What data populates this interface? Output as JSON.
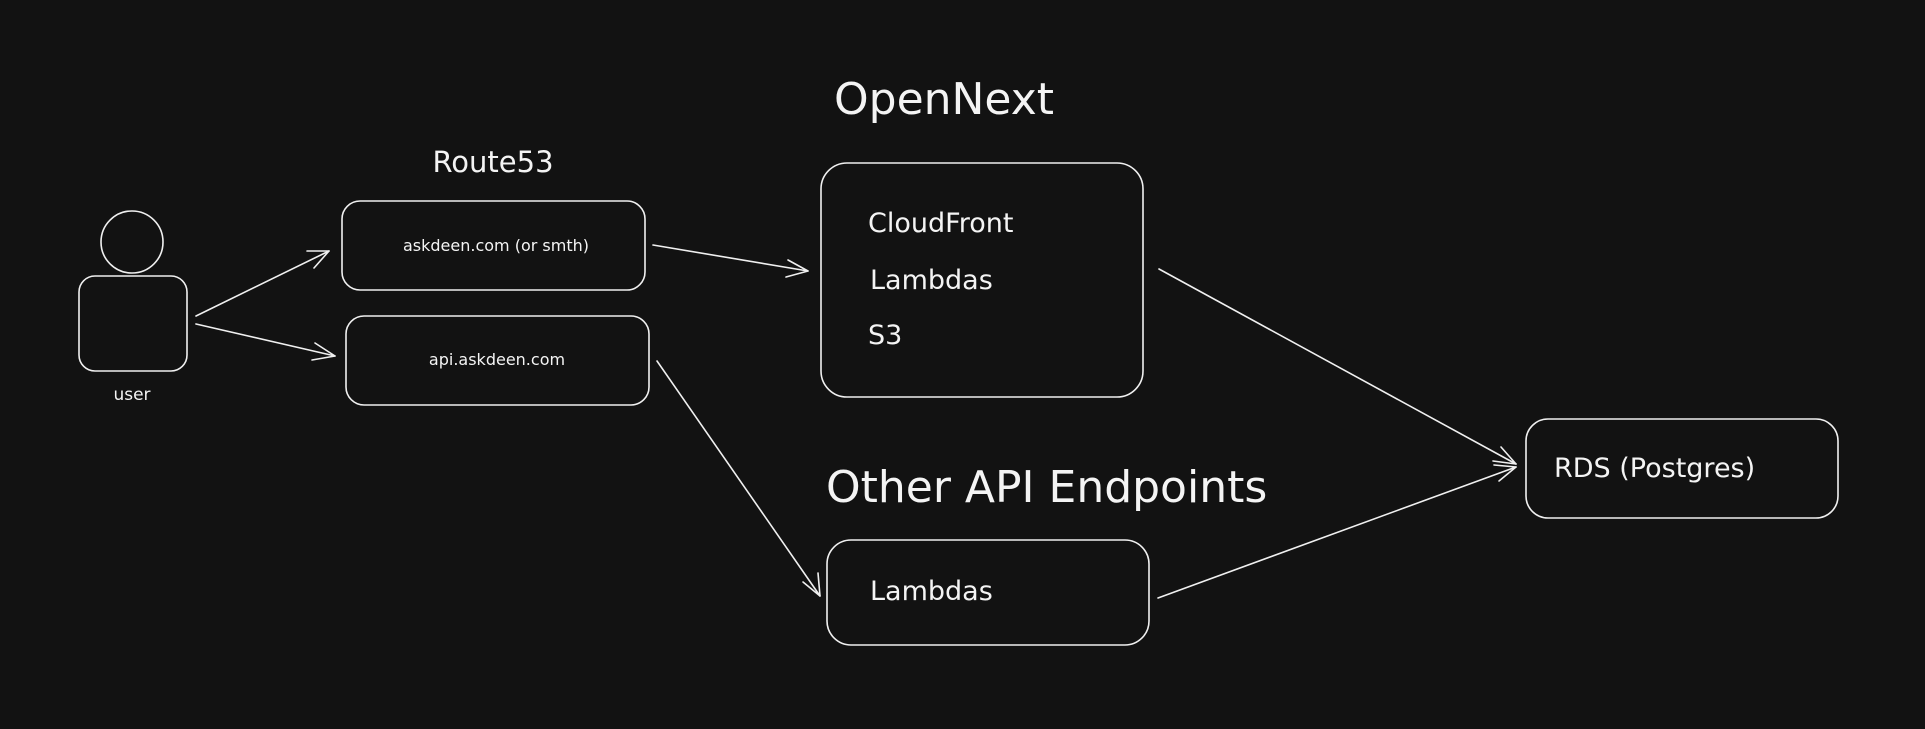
{
  "diagram": {
    "user": {
      "label": "user"
    },
    "route53": {
      "title": "Route53",
      "domain_main": "askdeen.com (or smth)",
      "domain_api": "api.askdeen.com"
    },
    "opennext": {
      "title": "OpenNext",
      "items": [
        "CloudFront",
        "Lambdas",
        "S3"
      ]
    },
    "other_api": {
      "title": "Other API Endpoints",
      "items": [
        "Lambdas"
      ]
    },
    "rds": {
      "label": "RDS (Postgres)"
    }
  },
  "colors": {
    "background": "#121212",
    "stroke": "#f0f0f0",
    "text": "#f4f4f4"
  }
}
